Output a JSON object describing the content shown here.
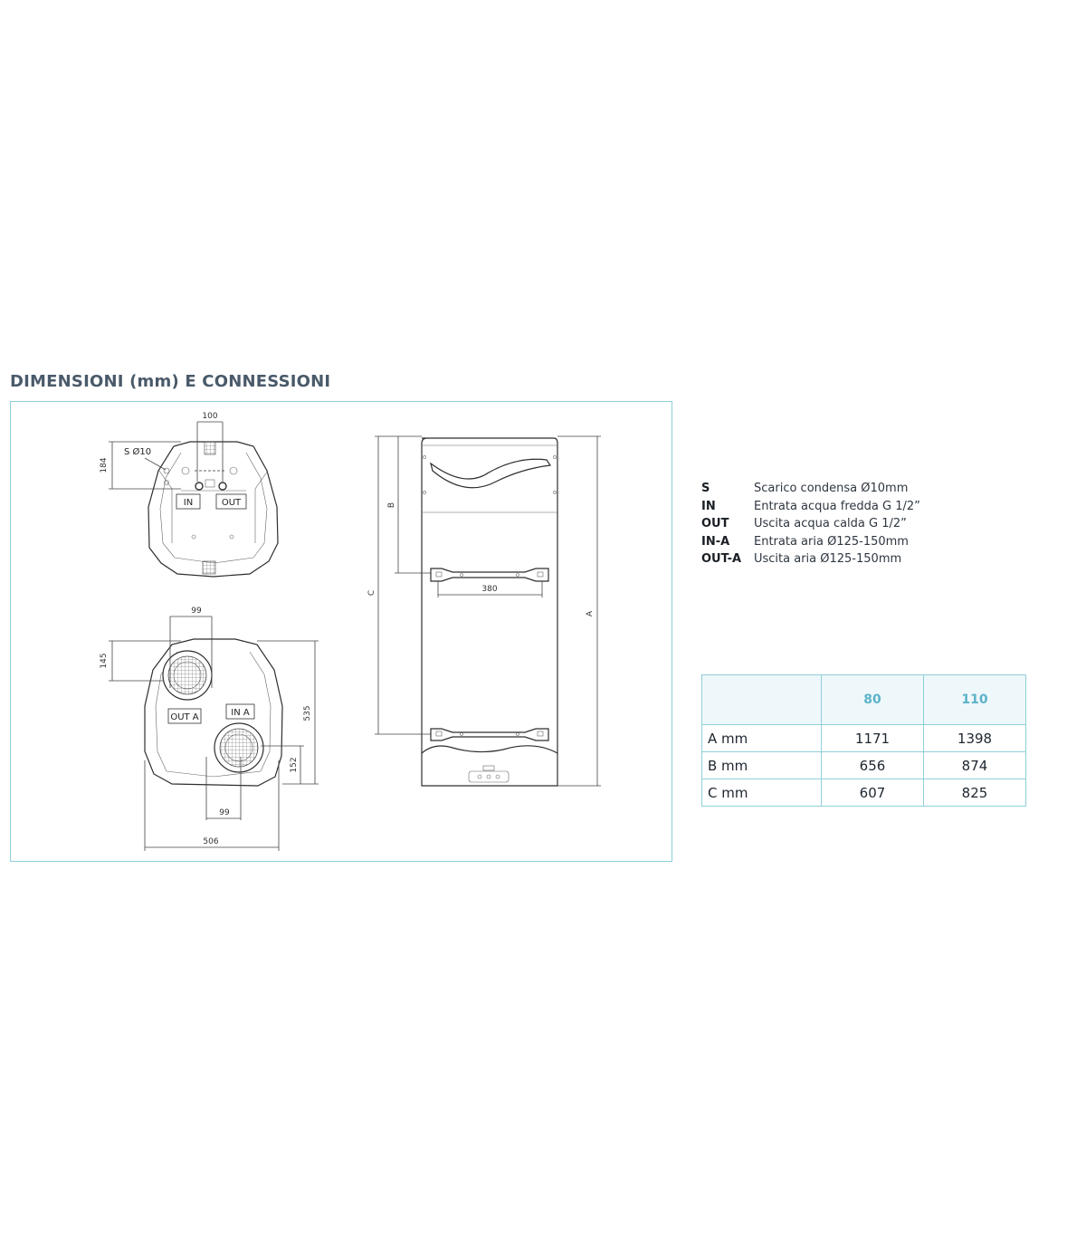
{
  "title": "DIMENSIONI (mm) E CONNESSIONI",
  "diagram": {
    "top_view": {
      "dim_100": "100",
      "dim_184": "184",
      "drain_label": "S Ø10",
      "in_label": "IN",
      "out_label": "OUT"
    },
    "bottom_view": {
      "dim_99_top": "99",
      "dim_145": "145",
      "dim_535": "535",
      "dim_152": "152",
      "dim_99_bottom": "99",
      "dim_506": "506",
      "out_a_label": "OUT A",
      "in_a_label": "IN A"
    },
    "side_view": {
      "dim_a": "A",
      "dim_b": "B",
      "dim_c": "C",
      "dim_380": "380"
    }
  },
  "legend": [
    {
      "code": "S",
      "desc": "Scarico condensa Ø10mm"
    },
    {
      "code": "IN",
      "desc": "Entrata acqua fredda G 1/2”"
    },
    {
      "code": "OUT",
      "desc": "Uscita acqua calda G 1/2”"
    },
    {
      "code": "IN-A",
      "desc": "Entrata aria Ø125-150mm"
    },
    {
      "code": "OUT-A",
      "desc": "Uscita aria Ø125-150mm"
    }
  ],
  "table": {
    "headers": [
      "",
      "80",
      "110"
    ],
    "rows": [
      {
        "label": "A mm",
        "v80": "1171",
        "v110": "1398"
      },
      {
        "label": "B mm",
        "v80": "656",
        "v110": "874"
      },
      {
        "label": "C mm",
        "v80": "607",
        "v110": "825"
      }
    ]
  },
  "colors": {
    "frame": "#8fcfd9",
    "header_text": "#5cb3c9",
    "title": "#4a5a6a"
  }
}
